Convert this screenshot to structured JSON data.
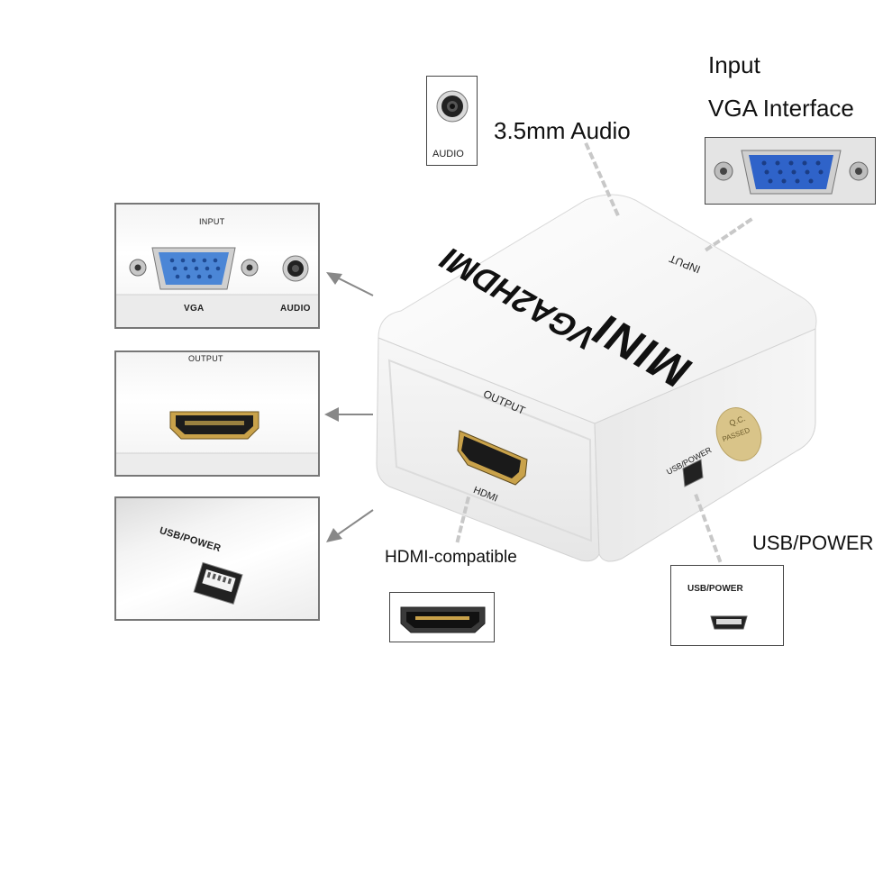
{
  "callouts": {
    "audio": "3.5mm   Audio",
    "input_line1": "Input",
    "input_line2": "VGA   Interface",
    "hdmi": "HDMI-compatible",
    "usb": "USB/POWER"
  },
  "thumb_labels": {
    "audio": "AUDIO",
    "usb": "USB/POWER"
  },
  "panel_input": {
    "header": "INPUT",
    "vga": "VGA",
    "audio": "AUDIO"
  },
  "panel_output": {
    "header": "OUTPUT"
  },
  "panel_usb": {
    "label": "USB/POWER"
  },
  "device": {
    "title": "VGA2HDMI",
    "brand": "MINI",
    "input": "INPUT",
    "output": "OUTPUT",
    "hdmi": "HDMI",
    "usb": "USB/POWER",
    "qc_line1": "Q.C.",
    "qc_line2": "PASSED"
  },
  "colors": {
    "vga_blue": "#2f63c9",
    "hdmi_gold": "#c9a24a",
    "qc_sticker": "#d9c489",
    "dash": "#c8c8c8"
  },
  "icons": [
    "audio-jack-icon",
    "vga-port-icon",
    "hdmi-port-icon",
    "mini-usb-port-icon",
    "arrow-icon"
  ]
}
